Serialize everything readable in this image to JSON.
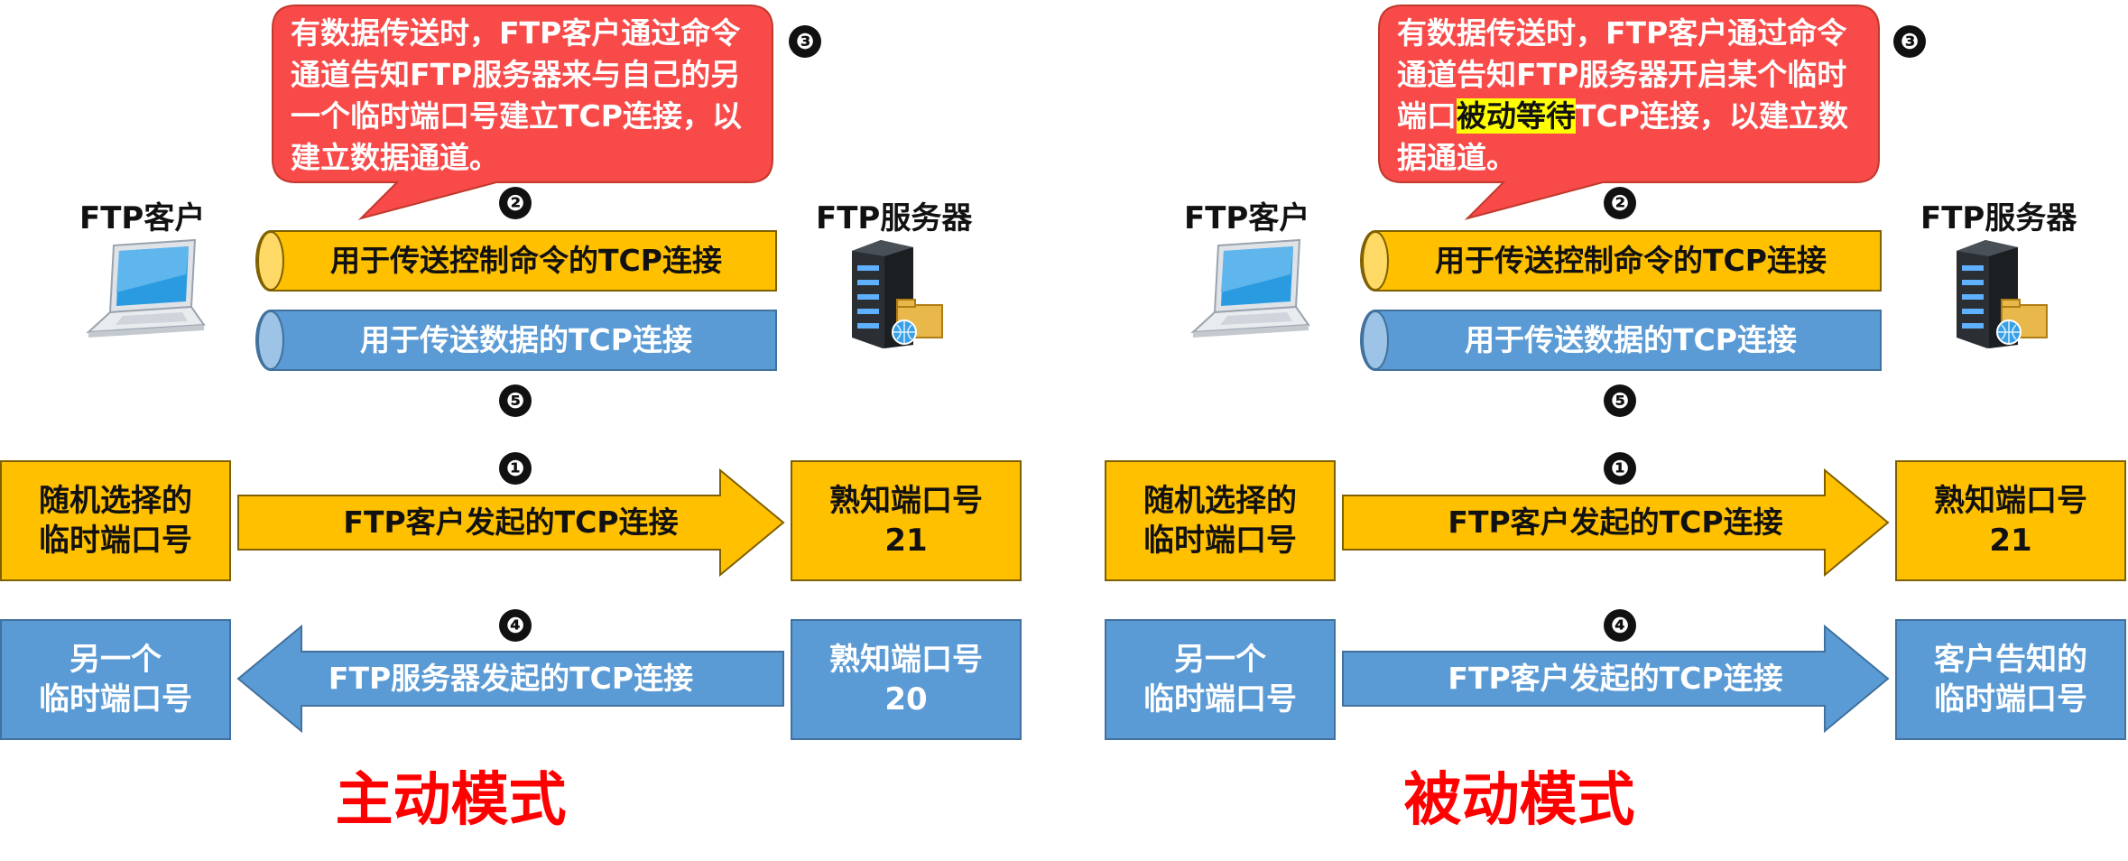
{
  "colors": {
    "callout": "#f94a4a",
    "gold": "#ffc000",
    "blue": "#5b9bd5",
    "mode": "#ff0000"
  },
  "panels": {
    "active": {
      "client_label": "FTP客户",
      "server_label": "FTP服务器",
      "callout": {
        "text": "有数据传送时，FTP客户通过命令通道告知FTP服务器来与自己的另一个临时端口号建立TCP连接，以建立数据通道。",
        "highlight": ""
      },
      "steps": [
        "❶",
        "❷",
        "❸",
        "❹",
        "❺"
      ],
      "control_pipe": "用于传送控制命令的TCP连接",
      "data_pipe": "用于传送数据的TCP连接",
      "row1": {
        "left": "随机选择的\n临时端口号",
        "arrow": "FTP客户发起的TCP连接",
        "right": "熟知端口号\n21"
      },
      "row2": {
        "left": "另一个\n临时端口号",
        "arrow": "FTP服务器发起的TCP连接",
        "arrow_direction": "left",
        "right": "熟知端口号\n20"
      },
      "mode_title": "主动模式"
    },
    "passive": {
      "client_label": "FTP客户",
      "server_label": "FTP服务器",
      "callout": {
        "text_before": "有数据传送时，FTP客户通过命令通道告知FTP服务器开启某个临时端口",
        "highlight": "被动等待",
        "text_after": "TCP连接，以建立数据通道。"
      },
      "steps": [
        "❶",
        "❷",
        "❸",
        "❹",
        "❺"
      ],
      "control_pipe": "用于传送控制命令的TCP连接",
      "data_pipe": "用于传送数据的TCP连接",
      "row1": {
        "left": "随机选择的\n临时端口号",
        "arrow": "FTP客户发起的TCP连接",
        "right": "熟知端口号\n21"
      },
      "row2": {
        "left": "另一个\n临时端口号",
        "arrow": "FTP客户发起的TCP连接",
        "arrow_direction": "right",
        "right": "客户告知的\n临时端口号"
      },
      "mode_title": "被动模式"
    }
  },
  "icons": {
    "client": "laptop-icon",
    "server": "server-icon"
  }
}
